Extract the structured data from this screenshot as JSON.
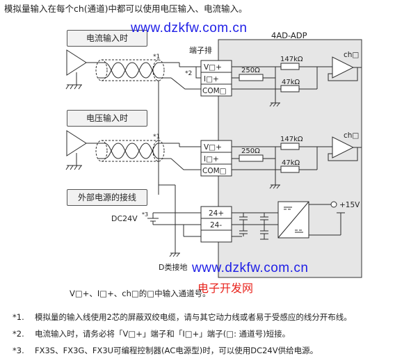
{
  "intro_text": "模拟量输入在每个ch(通道)中都可以使用电压输入、电流输入。",
  "watermark": {
    "url_top": "www.dzkfw.com.cn",
    "url_bottom": "www.dzkfw.com.cn",
    "site_name": "电子开发网"
  },
  "module": {
    "name": "4AD-ADP",
    "terminal_block_label": "端子排"
  },
  "sections": {
    "current_input": "电流输入时",
    "voltage_input": "电压输入时",
    "external_power": "外部电源的接线"
  },
  "terminals": {
    "v_plus": "V□+",
    "i_plus": "I□+",
    "com": "COM□",
    "p24_plus": "24+",
    "p24_minus": "24-"
  },
  "components": {
    "r_250": "250Ω",
    "r_147k": "147kΩ",
    "r_47k": "47kΩ",
    "ch_label": "ch□",
    "supply_15v": "+15V",
    "dc24v": "DC24V",
    "dc24v_note": "*3",
    "note1": "*1",
    "note2": "*2",
    "d_ground": "D类接地"
  },
  "caption": "V□+、I□+、ch□的□中输入通道号。",
  "notes": [
    {
      "mark": "*1.",
      "text": "模拟量的输入线使用2芯的屏蔽双绞电缆，请与其它动力线或者易于受感应的线分开布线。"
    },
    {
      "mark": "*2.",
      "text": "电流输入时，请务必将「V□+」端子和「I□+」端子(□: 通道号)短接。"
    },
    {
      "mark": "*3.",
      "text": "FX3S、FX3G、FX3U可编程控制器(AC电源型)时，可以使用DC24V供给电源。"
    }
  ],
  "colors": {
    "module_fill": "#e6e6e6",
    "line": "#2b2b2b",
    "watermark_blue": "#1e1ee6",
    "watermark_red": "#e8231c"
  }
}
